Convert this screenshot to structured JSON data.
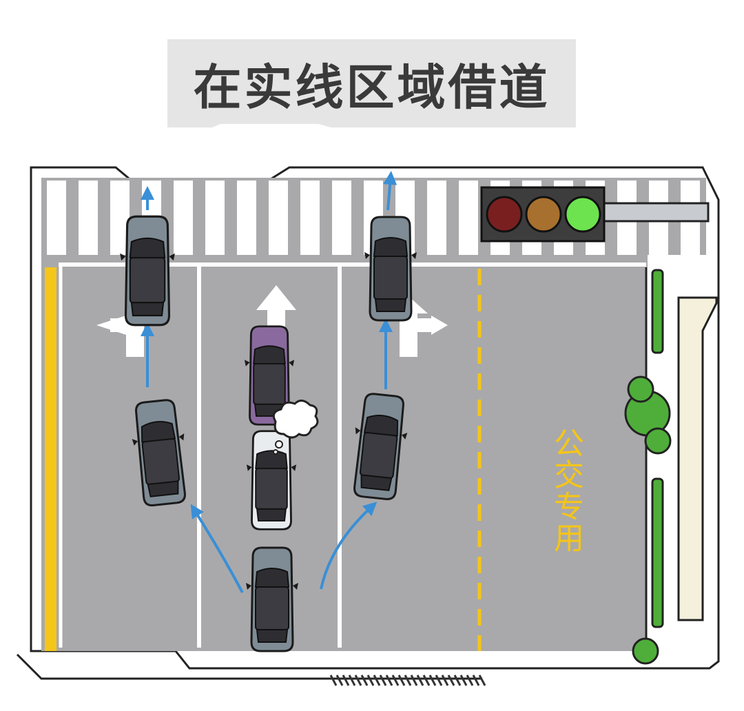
{
  "title": "在实线区域借道",
  "bus_lane_label": "公交专用",
  "colors": {
    "road": "#a9a9ab",
    "lane_line": "#ffffff",
    "solid_edge_line": "#f5c518",
    "bus_lane_dashed_line": "#f5c518",
    "route_arrow": "#3a8fd6",
    "light_red": "#7a1f1f",
    "light_amber": "#a8702e",
    "light_green": "#6de34f",
    "car_gray": "#7f8c95",
    "car_purple": "#8a6a9e",
    "car_white": "#e9ecef",
    "hedge": "#4fae3a"
  },
  "traffic_light": {
    "active": "green"
  },
  "lanes": [
    {
      "name": "left-straight-left-turn-lane",
      "arrow": "straight-left"
    },
    {
      "name": "center-straight-lane",
      "arrow": "straight"
    },
    {
      "name": "right-straight-right-turn-lane",
      "arrow": "straight-right"
    },
    {
      "name": "bus-lane",
      "arrow": "none"
    }
  ],
  "cars": [
    {
      "name": "waiting-car-left-lane",
      "color": "gray"
    },
    {
      "name": "lane-changing-car-left",
      "color": "gray"
    },
    {
      "name": "stopped-purple-car",
      "color": "purple"
    },
    {
      "name": "stopped-white-car",
      "color": "white"
    },
    {
      "name": "waiting-car-right-lane",
      "color": "gray"
    },
    {
      "name": "lane-changing-car-right",
      "color": "gray"
    },
    {
      "name": "borrowing-car-bottom",
      "color": "gray"
    }
  ]
}
